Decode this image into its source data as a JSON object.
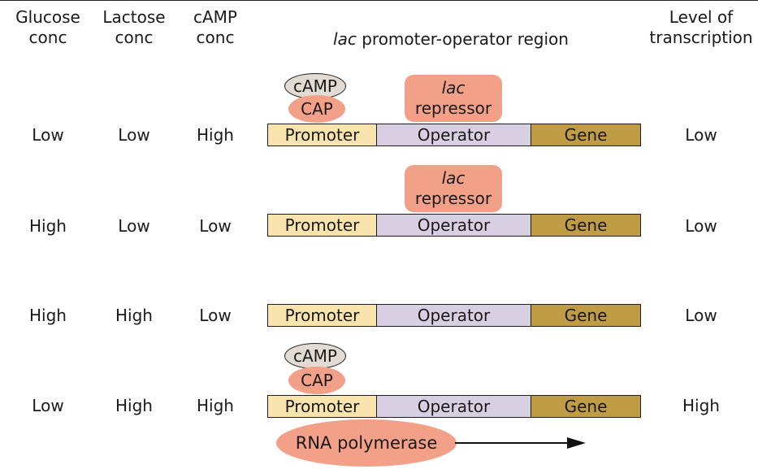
{
  "headers": {
    "glucose": [
      "Glucose",
      "conc"
    ],
    "lactose": [
      "Lactose",
      "conc"
    ],
    "camp": [
      "cAMP",
      "conc"
    ],
    "region_italic": "lac",
    "region_rest": " promoter-operator region",
    "transcription": [
      "Level of",
      "transcription"
    ]
  },
  "labels": {
    "promoter": "Promoter",
    "operator": "Operator",
    "gene": "Gene",
    "repressor_italic": "lac",
    "repressor_word": "repressor",
    "cap": "CAP",
    "camp": "cAMP",
    "rna_polymerase": "RNA polymerase"
  },
  "rows": [
    {
      "glucose": "Low",
      "lactose": "Low",
      "camp": "High",
      "transcription": "Low",
      "has_cap": true,
      "has_repressor": true,
      "has_polymerase": false
    },
    {
      "glucose": "High",
      "lactose": "Low",
      "camp": "Low",
      "transcription": "Low",
      "has_cap": false,
      "has_repressor": true,
      "has_polymerase": false
    },
    {
      "glucose": "High",
      "lactose": "High",
      "camp": "Low",
      "transcription": "Low",
      "has_cap": false,
      "has_repressor": false,
      "has_polymerase": false
    },
    {
      "glucose": "Low",
      "lactose": "High",
      "camp": "High",
      "transcription": "High",
      "has_cap": true,
      "has_repressor": false,
      "has_polymerase": true
    }
  ],
  "colors": {
    "promoter": "#f9e4ae",
    "operator": "#d8cfe3",
    "gene": "#c09c45",
    "protein": "#f2a088",
    "camp": "#e1dbd3"
  }
}
